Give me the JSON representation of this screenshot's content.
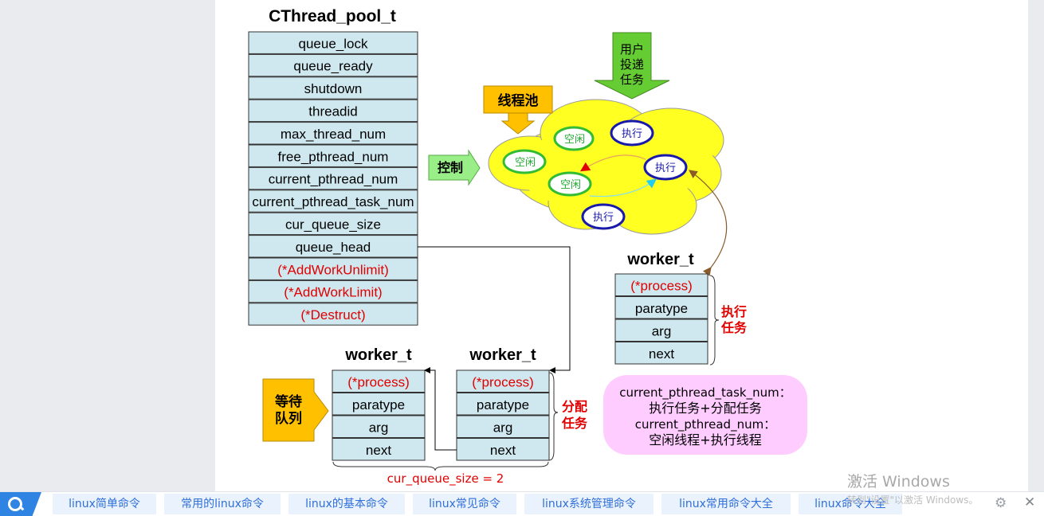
{
  "diagram": {
    "title": "CThread_pool_t",
    "pool_fields": [
      {
        "label": "queue_lock",
        "color": "#000000"
      },
      {
        "label": "queue_ready",
        "color": "#000000"
      },
      {
        "label": "shutdown",
        "color": "#000000"
      },
      {
        "label": "threadid",
        "color": "#000000"
      },
      {
        "label": "max_thread_num",
        "color": "#000000"
      },
      {
        "label": "free_pthread_num",
        "color": "#000000"
      },
      {
        "label": "current_pthread_num",
        "color": "#000000"
      },
      {
        "label": "current_pthread_task_num",
        "color": "#000000"
      },
      {
        "label": "cur_queue_size",
        "color": "#000000"
      },
      {
        "label": "queue_head",
        "color": "#000000"
      },
      {
        "label": "(*AddWorkUnlimit)",
        "color": "#e00000"
      },
      {
        "label": "(*AddWorkLimit)",
        "color": "#e00000"
      },
      {
        "label": "(*Destruct)",
        "color": "#e00000"
      }
    ],
    "worker_title": "worker_t",
    "worker_fields": [
      {
        "label": "(*process)",
        "color": "#e00000"
      },
      {
        "label": "paratype",
        "color": "#000000"
      },
      {
        "label": "arg",
        "color": "#000000"
      },
      {
        "label": "next",
        "color": "#000000"
      }
    ],
    "user_submit_label": [
      "用户",
      "投递",
      "任务"
    ],
    "thread_pool_label": "线程池",
    "control_label": "控制",
    "idle_label": "空闲",
    "exec_label": "执行",
    "exec_task_label": [
      "执行",
      "任务"
    ],
    "dispatch_task_label": [
      "分配",
      "任务"
    ],
    "wait_queue_label": [
      "等待",
      "队列"
    ],
    "cur_queue_size_label": "cur_queue_size = 2",
    "note_lines": [
      "current_pthread_task_num：",
      "执行任务+分配任务",
      "current_pthread_num：",
      "空闲线程+执行线程"
    ]
  },
  "watermark": {
    "line1": "激活 Windows",
    "line2": "转到\"设置\"以激活 Windows。"
  },
  "bottom_bar": {
    "links": [
      "linux简单命令",
      "常用的linux命令",
      "linux的基本命令",
      "linux常见命令",
      "linux系统管理命令",
      "linux常用命令大全",
      "linux命令大全"
    ]
  },
  "colors": {
    "cell_fill": "#cfe8ef",
    "cloud_fill": "#ffff22",
    "idle_ring": "#33bb33",
    "exec_ring": "#1a1aaa",
    "note_fill": "#ffccff",
    "accent_blue": "#2f83e3"
  }
}
